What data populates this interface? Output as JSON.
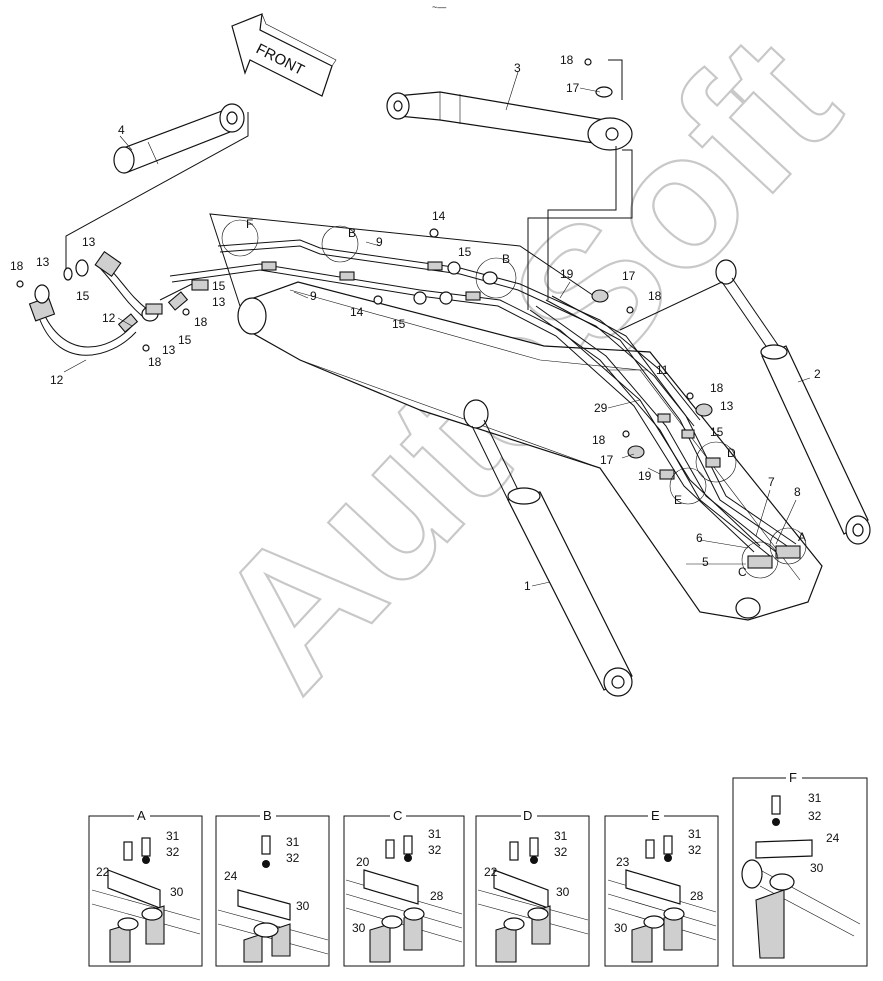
{
  "diagram": {
    "watermark": "AutoSoft",
    "front_arrow_label": "FRONT",
    "top_mark": "~—",
    "callouts": [
      "1",
      "2",
      "3",
      "4",
      "5",
      "6",
      "7",
      "8",
      "9",
      "9",
      "11",
      "12",
      "12",
      "13",
      "13",
      "13",
      "13",
      "13",
      "14",
      "14",
      "15",
      "15",
      "15",
      "15",
      "15",
      "17",
      "17",
      "17",
      "18",
      "18",
      "18",
      "18",
      "18",
      "18",
      "18",
      "19",
      "19",
      "29"
    ],
    "section_markers": [
      "A",
      "B",
      "B",
      "C",
      "D",
      "E",
      "F"
    ],
    "details": [
      {
        "title": "A",
        "labels": [
          "31",
          "32",
          "22",
          "30"
        ]
      },
      {
        "title": "B",
        "labels": [
          "31",
          "32",
          "24",
          "30"
        ]
      },
      {
        "title": "C",
        "labels": [
          "31",
          "32",
          "20",
          "28",
          "30"
        ]
      },
      {
        "title": "D",
        "labels": [
          "31",
          "32",
          "22",
          "30"
        ]
      },
      {
        "title": "E",
        "labels": [
          "31",
          "32",
          "23",
          "28",
          "30"
        ]
      },
      {
        "title": "F",
        "labels": [
          "31",
          "32",
          "24",
          "30"
        ]
      }
    ]
  }
}
